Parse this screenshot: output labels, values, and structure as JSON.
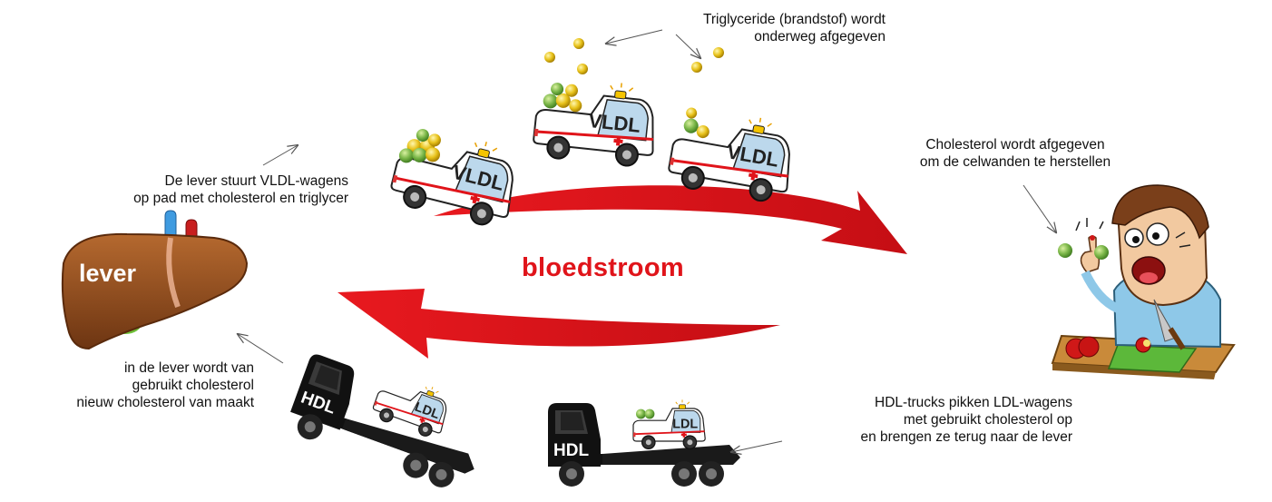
{
  "labels": {
    "flow": "bloedstroom",
    "liver": "lever",
    "vldl": "VLDL",
    "ldl": "LDL",
    "hdl": "HDL"
  },
  "captions": {
    "triglyceride": [
      "Triglyceride (brandstof) wordt",
      "onderweg afgegeven"
    ],
    "liver_sends": [
      "De lever stuurt VLDL-wagens",
      "op pad met cholesterol en triglycer"
    ],
    "cholesterol_released": [
      "Cholesterol wordt afgegeven",
      "om de celwanden te herstellen"
    ],
    "liver_recycles": [
      "in de lever wordt van",
      "gebruikt cholesterol",
      "nieuw cholesterol van maakt"
    ],
    "hdl_trucks": [
      "HDL-trucks pikken LDL-wagens",
      "met gebruikt cholesterol op",
      "en brengen ze terug naar de lever"
    ]
  },
  "colors": {
    "flow_arrow": "#e0141a",
    "liver": "#8c4a1f",
    "truck": "#111111",
    "vldl_body": "#ffffff",
    "cholesterol": "#7ab648",
    "triglyceride": "#e8c21a",
    "cross": "#e0141a"
  },
  "icons": {
    "liver": "liver-illustration",
    "vldl_vehicle": "ambulance-van-icon",
    "hdl_vehicle": "tow-truck-icon",
    "person": "cartoon-cook-icon",
    "pointer": "thin-arrow-icon"
  }
}
